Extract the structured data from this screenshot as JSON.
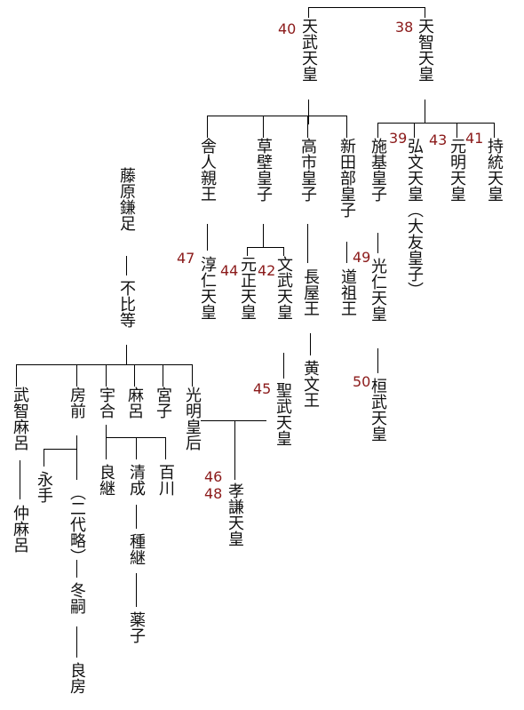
{
  "colors": {
    "number": "#8b1a1a",
    "line": "#000000",
    "text": "#111111"
  },
  "persons": [
    {
      "id": "tenmu",
      "name": "天武天皇",
      "number": "40"
    },
    {
      "id": "tenji",
      "name": "天智天皇",
      "number": "38"
    },
    {
      "id": "toneri",
      "name": "舎人親王",
      "number": ""
    },
    {
      "id": "kusakabe",
      "name": "草壁皇子",
      "number": ""
    },
    {
      "id": "takechi",
      "name": "高市皇子",
      "number": ""
    },
    {
      "id": "niitabe",
      "name": "新田部皇子",
      "number": ""
    },
    {
      "id": "shiki",
      "name": "施基皇子",
      "number": ""
    },
    {
      "id": "kobun",
      "name": "弘文天皇（大友皇子）",
      "number": "39"
    },
    {
      "id": "genmei",
      "name": "元明天皇",
      "number": "43"
    },
    {
      "id": "jito",
      "name": "持統天皇",
      "number": "41"
    },
    {
      "id": "junnin",
      "name": "淳仁天皇",
      "number": "47"
    },
    {
      "id": "gensho",
      "name": "元正天皇",
      "number": "44"
    },
    {
      "id": "monmu",
      "name": "文武天皇",
      "number": "42"
    },
    {
      "id": "shomu",
      "name": "聖武天皇",
      "number": "45"
    },
    {
      "id": "nagaya",
      "name": "長屋王",
      "number": ""
    },
    {
      "id": "kibumi",
      "name": "黄文王",
      "number": ""
    },
    {
      "id": "funado",
      "name": "道祖王",
      "number": ""
    },
    {
      "id": "konin",
      "name": "光仁天皇",
      "number": "49"
    },
    {
      "id": "kanmu",
      "name": "桓武天皇",
      "number": "50"
    },
    {
      "id": "kamatari",
      "name": "藤原鎌足",
      "number": ""
    },
    {
      "id": "fuhito",
      "name": "不比等",
      "number": ""
    },
    {
      "id": "muchimaro",
      "name": "武智麻呂",
      "number": ""
    },
    {
      "id": "fusasaki",
      "name": "房前",
      "number": ""
    },
    {
      "id": "umakai",
      "name": "宇合",
      "number": ""
    },
    {
      "id": "maro",
      "name": "麻呂",
      "number": ""
    },
    {
      "id": "miyako",
      "name": "宮子",
      "number": ""
    },
    {
      "id": "komyo",
      "name": "光明皇后",
      "number": ""
    },
    {
      "id": "nakamaro",
      "name": "仲麻呂",
      "number": ""
    },
    {
      "id": "nagate",
      "name": "永手",
      "number": ""
    },
    {
      "id": "nidai",
      "name": "（二代略）",
      "number": ""
    },
    {
      "id": "fuyutsugu",
      "name": "冬嗣",
      "number": ""
    },
    {
      "id": "yoshifusa",
      "name": "良房",
      "number": ""
    },
    {
      "id": "yoshitsugu",
      "name": "良継",
      "number": ""
    },
    {
      "id": "kiyonari",
      "name": "清成",
      "number": ""
    },
    {
      "id": "momokawa",
      "name": "百川",
      "number": ""
    },
    {
      "id": "tanetsugu",
      "name": "種継",
      "number": ""
    },
    {
      "id": "kusuko",
      "name": "薬子",
      "number": ""
    },
    {
      "id": "koken",
      "name": "孝謙天皇",
      "number": "46\n48"
    }
  ]
}
